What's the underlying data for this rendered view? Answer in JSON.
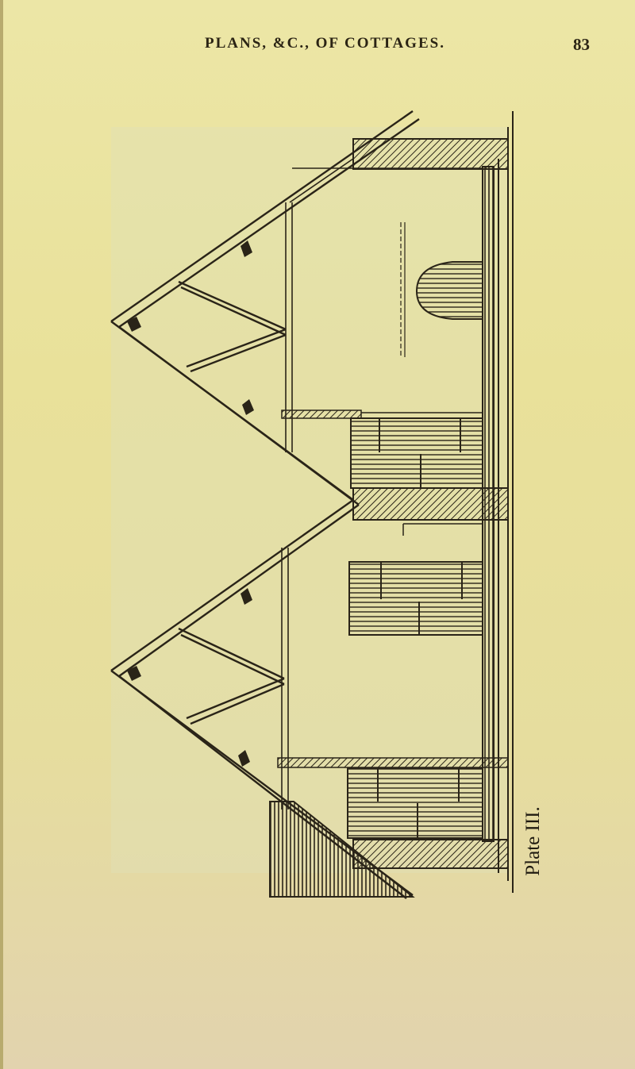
{
  "header": {
    "running_title": "PLANS, &C., OF COTTAGES.",
    "page_number": "83"
  },
  "figure": {
    "caption": "Plate III."
  }
}
